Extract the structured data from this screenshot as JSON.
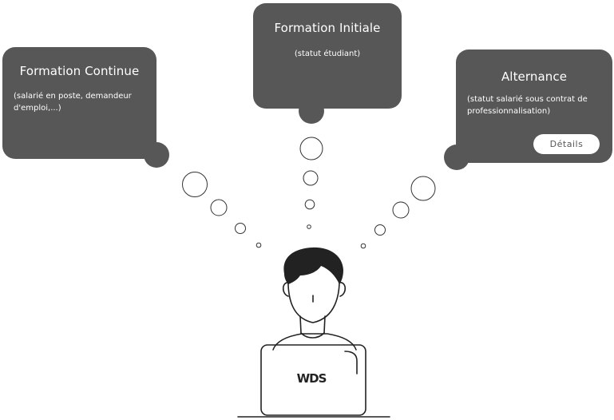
{
  "bubbles": {
    "continue": {
      "title": "Formation Continue",
      "subtitle": "(salarié en poste, demandeur d'emploi,...)"
    },
    "initiale": {
      "title": "Formation Initiale",
      "subtitle": "(statut étudiant)"
    },
    "alternance": {
      "title": "Alternance",
      "subtitle": "(statut salarié sous contrat de professionnalisation)",
      "button_label": "Détails"
    }
  },
  "laptop": {
    "logo_text": "WDS"
  },
  "colors": {
    "bubble": "#575757",
    "line": "#333333",
    "background": "#ffffff"
  }
}
